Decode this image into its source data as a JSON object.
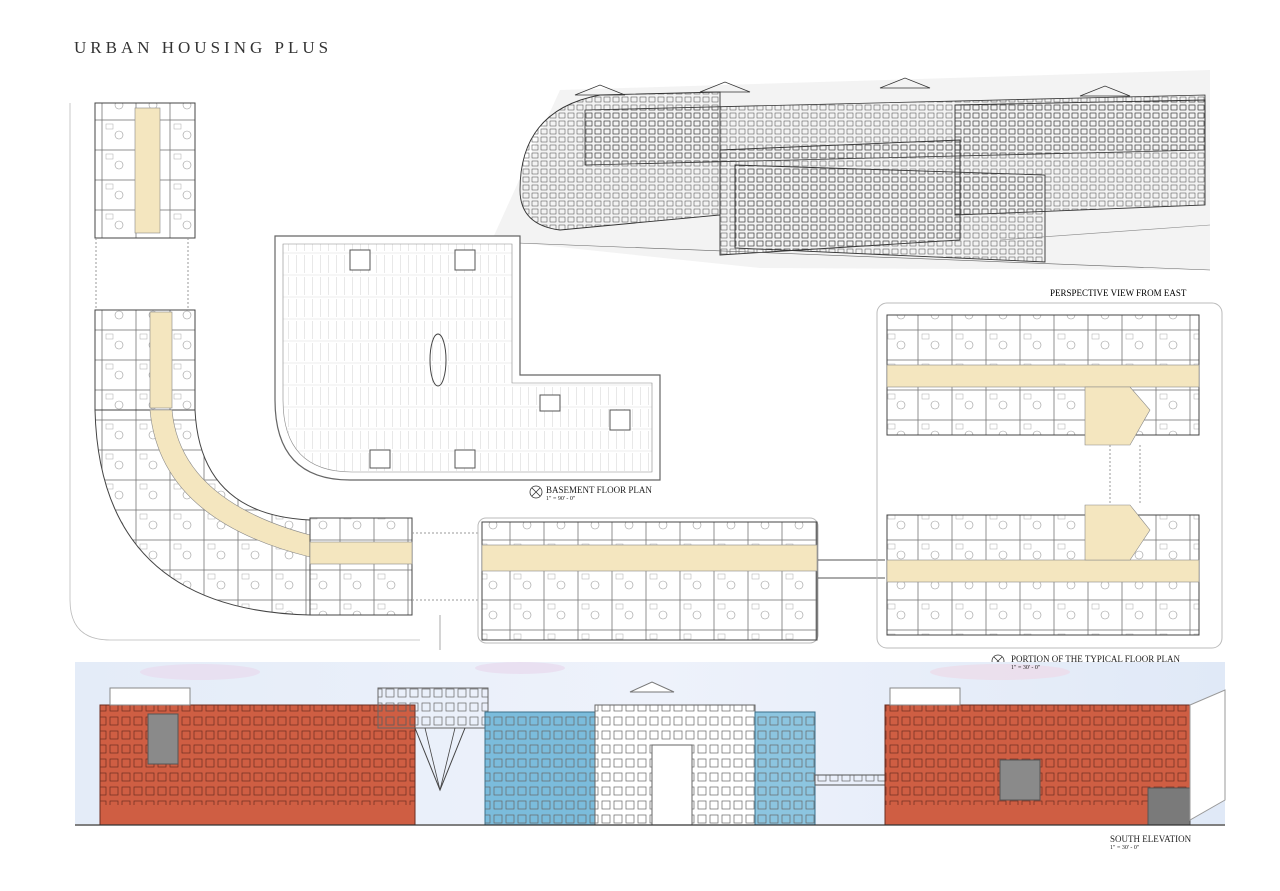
{
  "sheet": {
    "title": "URBAN HOUSING PLUS"
  },
  "labels": {
    "perspective": "PERSPECTIVE VIEW FROM EAST",
    "basement": "BASEMENT FLOOR PLAN",
    "basement_scale": "1\" = 90' - 0\"",
    "typical": "PORTION OF THE TYPICAL FLOOR PLAN",
    "typical_scale": "1\" = 30' - 0\"",
    "elevation": "SOUTH ELEVATION",
    "elevation_scale": "1\" = 30' - 0\""
  },
  "colors": {
    "corridor": "#f4e6bf",
    "brick": "#c9553a",
    "glazing_blue": "#4fa6cf",
    "sky": "#dfe8f6",
    "line": "#555555"
  }
}
